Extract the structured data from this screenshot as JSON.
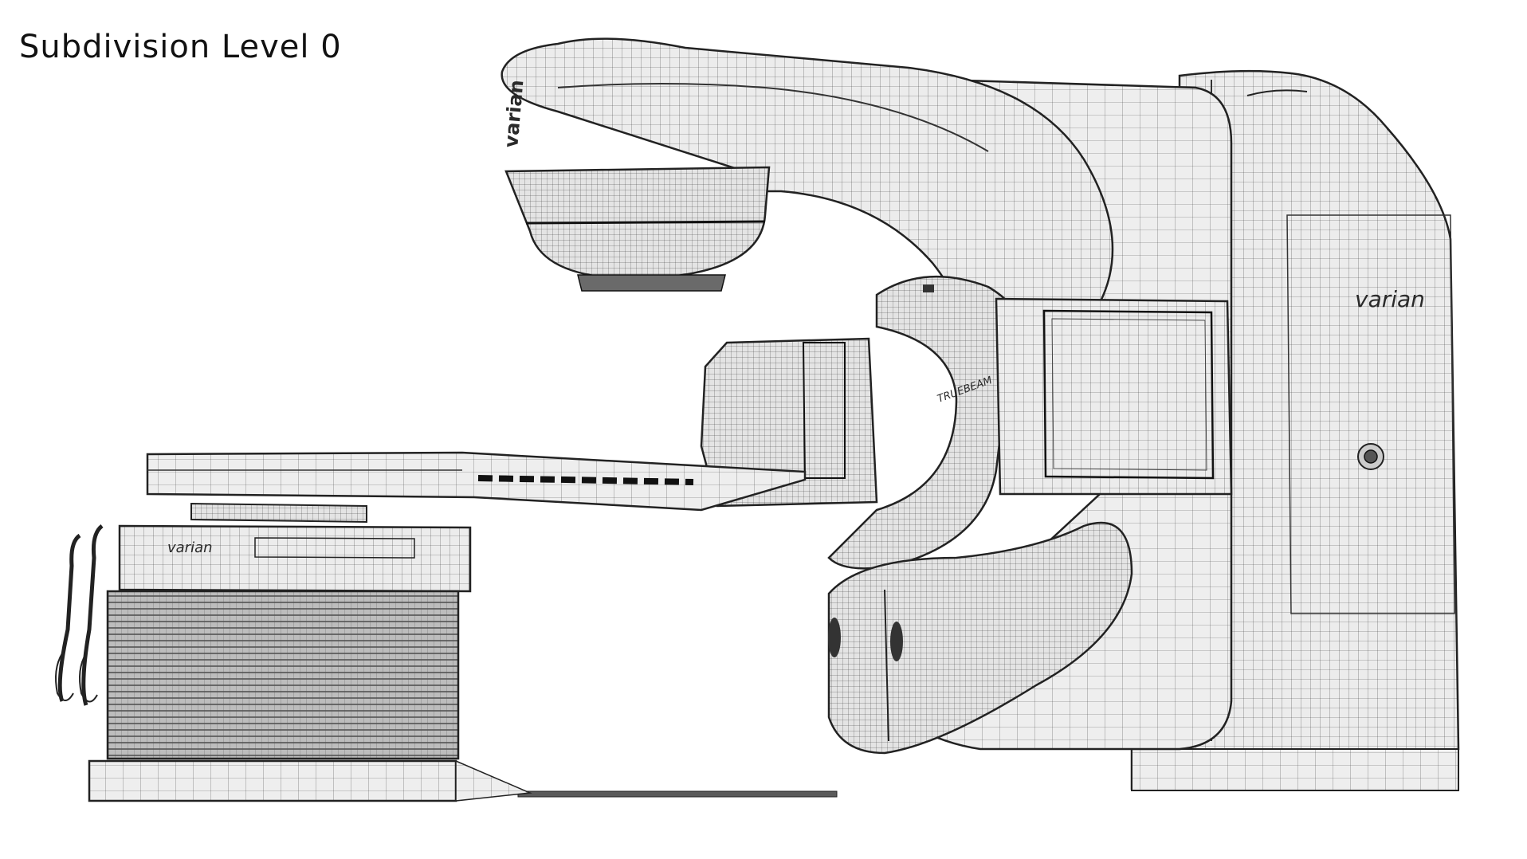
{
  "caption": "Subdivision Level 0",
  "logos": {
    "stand": "varian",
    "couch": "varian",
    "head": "varian",
    "gantry_badge": "TRUEBEAM"
  },
  "colors": {
    "surface": "#e9e9e9",
    "surface_light": "#f4f4f4",
    "surface_dark": "#cfcfcf",
    "wire": "#3c3c3c",
    "background": "#ffffff"
  }
}
